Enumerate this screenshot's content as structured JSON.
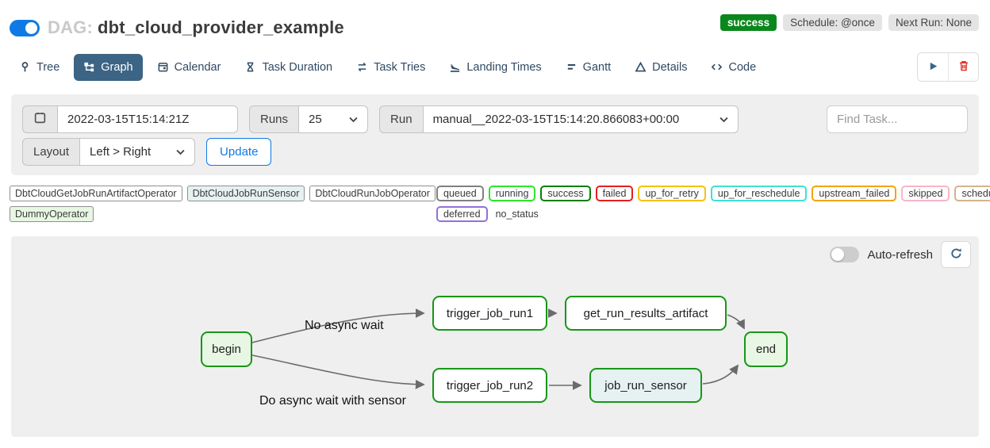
{
  "colors": {
    "toggle_on": "#0f7ae5",
    "active_tab": "#3c6484",
    "link_blue": "#0f7ae5",
    "success_green": "#0a871c",
    "node_border": "#179717",
    "edge_gray": "#6b6b6b"
  },
  "header": {
    "dag_prefix": "DAG:",
    "dag_name": "dbt_cloud_provider_example",
    "status_badge": "success",
    "schedule_badge": "Schedule: @once",
    "next_run_badge": "Next Run: None"
  },
  "tabs": [
    {
      "label": "Tree"
    },
    {
      "label": "Graph",
      "active": true
    },
    {
      "label": "Calendar"
    },
    {
      "label": "Task Duration"
    },
    {
      "label": "Task Tries"
    },
    {
      "label": "Landing Times"
    },
    {
      "label": "Gantt"
    },
    {
      "label": "Details"
    },
    {
      "label": "Code"
    }
  ],
  "filters": {
    "base_date_value": "2022-03-15T15:14:21Z",
    "runs_label": "Runs",
    "runs_value": "25",
    "run_label": "Run",
    "run_value": "manual__2022-03-15T15:14:20.866083+00:00",
    "find_task_placeholder": "Find Task...",
    "layout_label": "Layout",
    "layout_value": "Left > Right",
    "update_label": "Update"
  },
  "legend": {
    "operators": [
      {
        "label": "DbtCloudGetJobRunArtifactOperator",
        "color": "#ffffff"
      },
      {
        "label": "DbtCloudJobRunSensor",
        "color": "#e6f1f2"
      },
      {
        "label": "DbtCloudRunJobOperator",
        "color": "#ffffff"
      },
      {
        "label": "DummyOperator",
        "color": "#e8f7e4"
      }
    ],
    "states": [
      {
        "label": "queued",
        "color": "#808080"
      },
      {
        "label": "running",
        "color": "#2ee52e"
      },
      {
        "label": "success",
        "color": "#068006"
      },
      {
        "label": "failed",
        "color": "#e32020"
      },
      {
        "label": "up_for_retry",
        "color": "#f5c211"
      },
      {
        "label": "up_for_reschedule",
        "color": "#40e0d0"
      },
      {
        "label": "upstream_failed",
        "color": "#f5a30a"
      },
      {
        "label": "skipped",
        "color": "#f8b5c5"
      },
      {
        "label": "scheduled",
        "color": "#d2b48c"
      },
      {
        "label": "deferred",
        "color": "#9370db"
      },
      {
        "label": "no_status",
        "color": "none"
      }
    ]
  },
  "graph": {
    "auto_refresh_label": "Auto-refresh",
    "nodes": [
      {
        "label": "begin",
        "fill": "#e8f7e4"
      },
      {
        "label": "trigger_job_run1",
        "fill": "#ffffff"
      },
      {
        "label": "get_run_results_artifact",
        "fill": "#ffffff"
      },
      {
        "label": "trigger_job_run2",
        "fill": "#ffffff"
      },
      {
        "label": "job_run_sensor",
        "fill": "#e6f1f2"
      },
      {
        "label": "end",
        "fill": "#e8f7e4"
      }
    ],
    "edge_labels": [
      "No async wait",
      "Do async wait with sensor"
    ]
  }
}
